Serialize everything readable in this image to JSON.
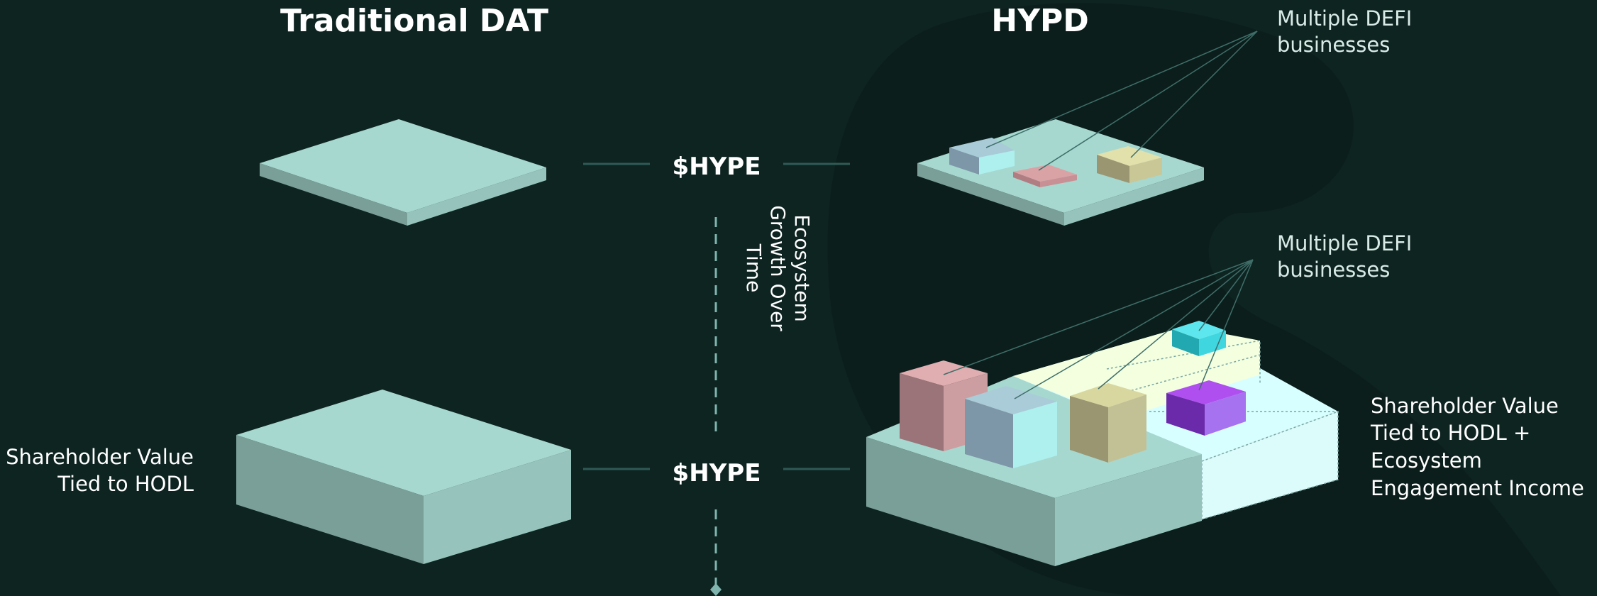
{
  "headings": {
    "left": "Traditional DAT",
    "right": "HYPD"
  },
  "token_label_top": "$HYPE",
  "token_label_bottom": "$HYPE",
  "growth_label": [
    "Ecosystem",
    "Growth Over",
    "Time"
  ],
  "callout_top": [
    "Multiple DEFI",
    "businesses"
  ],
  "callout_bottom": [
    "Multiple DEFI",
    "businesses"
  ],
  "left_description": [
    "Shareholder Value",
    "Tied to HODL"
  ],
  "right_description": [
    "Shareholder Value",
    "Tied to HODL +",
    "Ecosystem",
    "Engagement Income"
  ],
  "colors": {
    "background": "#0e2421",
    "blob": "#0b1d1a",
    "platform_top": "#a6d8d0",
    "platform_left": "#7a9e98",
    "platform_right": "#96c4bc",
    "connector": "#2f5a56",
    "dashed_line": "#7fb5ae",
    "pink": "#d9a3a6",
    "blue": "#aef0ee",
    "khaki": "#d9d7a0",
    "cyan": "#3fd6e0",
    "purple": "#a04fe6",
    "pale_yellow": "#f3ffdf",
    "pale_cyan": "#d8ffff"
  }
}
